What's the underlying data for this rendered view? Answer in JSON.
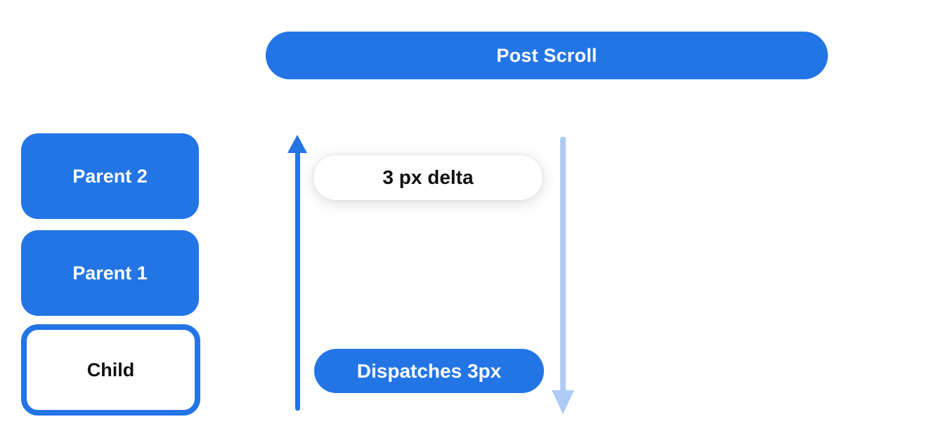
{
  "diagram": {
    "title": "Post Scroll",
    "left_stack": [
      {
        "label": "Parent 2",
        "variant": "filled"
      },
      {
        "label": "Parent 1",
        "variant": "filled"
      },
      {
        "label": "Child",
        "variant": "outlined"
      }
    ],
    "annotations": {
      "delta_label": "3 px delta",
      "dispatch_label": "Dispatches 3px"
    },
    "arrows": [
      {
        "name": "up-arrow",
        "direction": "up",
        "color": "#2375E6"
      },
      {
        "name": "down-arrow",
        "direction": "down",
        "color": "#AECBF6"
      }
    ]
  },
  "colors": {
    "primary-blue": "#2375E6",
    "light-blue": "#AECBF6",
    "text-dark": "#111111",
    "text-light": "#FFFFFF",
    "background": "#FFFFFF"
  }
}
